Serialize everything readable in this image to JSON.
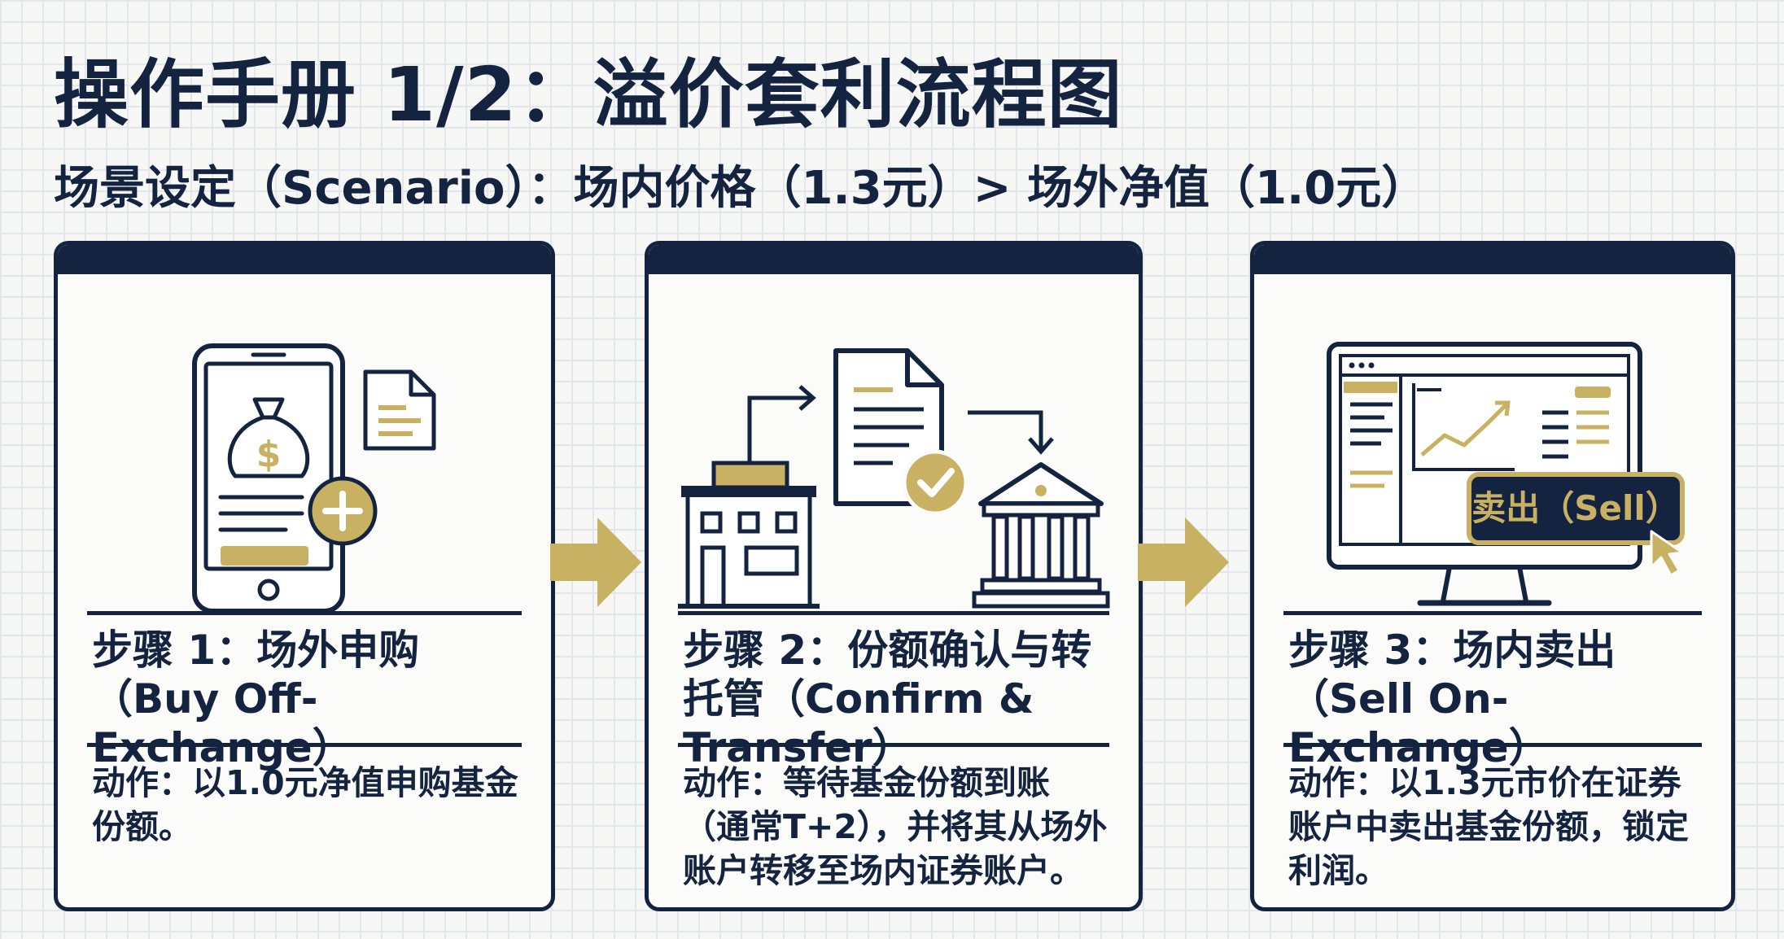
{
  "header": {
    "title": "操作手册 1/2：溢价套利流程图",
    "subtitle": "场景设定（Scenario）：场内价格（1.3元）> 场外净值（1.0元）"
  },
  "steps": [
    {
      "step_label": "步骤 1：场外申购（Buy Off-Exchange）",
      "action": "动作：以1.0元净值申购基金份额。",
      "icon": "phone-moneybag-plus-icon"
    },
    {
      "step_label": "步骤 2：份额确认与转托管（Confirm & Transfer）",
      "action": "动作：等待基金份额到账（通常T+2），并将其从场外账户转移至场内证券账户。",
      "icon": "store-document-bank-icon"
    },
    {
      "step_label": "步骤 3：场内卖出（Sell On-Exchange）",
      "action": "动作：以1.3元市价在证券账户中卖出基金份额，锁定利润。",
      "icon": "monitor-sell-icon",
      "sell_button": "卖出（Sell）"
    }
  ],
  "colors": {
    "navy": "#14233f",
    "gold": "#c9b163",
    "background": "#f7f7f5"
  }
}
